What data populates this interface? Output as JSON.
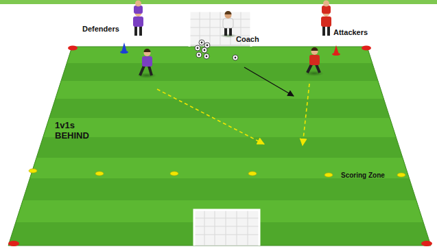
{
  "diagram": {
    "labels": [
      "Defenders",
      "Coach",
      "Attackers",
      "1v1s BEHIND",
      "Scoring Zone"
    ]
  }
}
